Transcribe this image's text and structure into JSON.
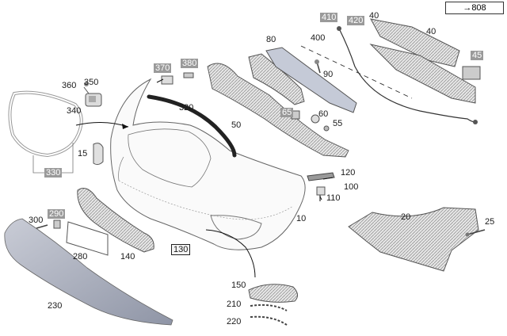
{
  "reference": {
    "text": "→808"
  },
  "callouts": [
    {
      "id": "p10",
      "text": "10"
    },
    {
      "id": "p15",
      "text": "15"
    },
    {
      "id": "p20",
      "text": "20"
    },
    {
      "id": "p25",
      "text": "25"
    },
    {
      "id": "p40a",
      "text": "40"
    },
    {
      "id": "p40b",
      "text": "40"
    },
    {
      "id": "p45",
      "text": "45"
    },
    {
      "id": "p50",
      "text": "50"
    },
    {
      "id": "p55",
      "text": "55"
    },
    {
      "id": "p60",
      "text": "60"
    },
    {
      "id": "p65",
      "text": "65"
    },
    {
      "id": "p80",
      "text": "80"
    },
    {
      "id": "p90",
      "text": "90"
    },
    {
      "id": "p100",
      "text": "100"
    },
    {
      "id": "p110",
      "text": "110"
    },
    {
      "id": "p120",
      "text": "120"
    },
    {
      "id": "p130",
      "text": "130"
    },
    {
      "id": "p140",
      "text": "140"
    },
    {
      "id": "p150",
      "text": "150"
    },
    {
      "id": "p210",
      "text": "210"
    },
    {
      "id": "p220",
      "text": "220"
    },
    {
      "id": "p230",
      "text": "230"
    },
    {
      "id": "p280",
      "text": "280"
    },
    {
      "id": "p290",
      "text": "290"
    },
    {
      "id": "p300",
      "text": "300"
    },
    {
      "id": "p320",
      "text": "320"
    },
    {
      "id": "p330",
      "text": "330"
    },
    {
      "id": "p340",
      "text": "340"
    },
    {
      "id": "p350",
      "text": "350"
    },
    {
      "id": "p360",
      "text": "360"
    },
    {
      "id": "p370",
      "text": "370"
    },
    {
      "id": "p380",
      "text": "380"
    },
    {
      "id": "p400",
      "text": "400"
    },
    {
      "id": "p410",
      "text": "410"
    },
    {
      "id": "p420",
      "text": "420"
    }
  ]
}
